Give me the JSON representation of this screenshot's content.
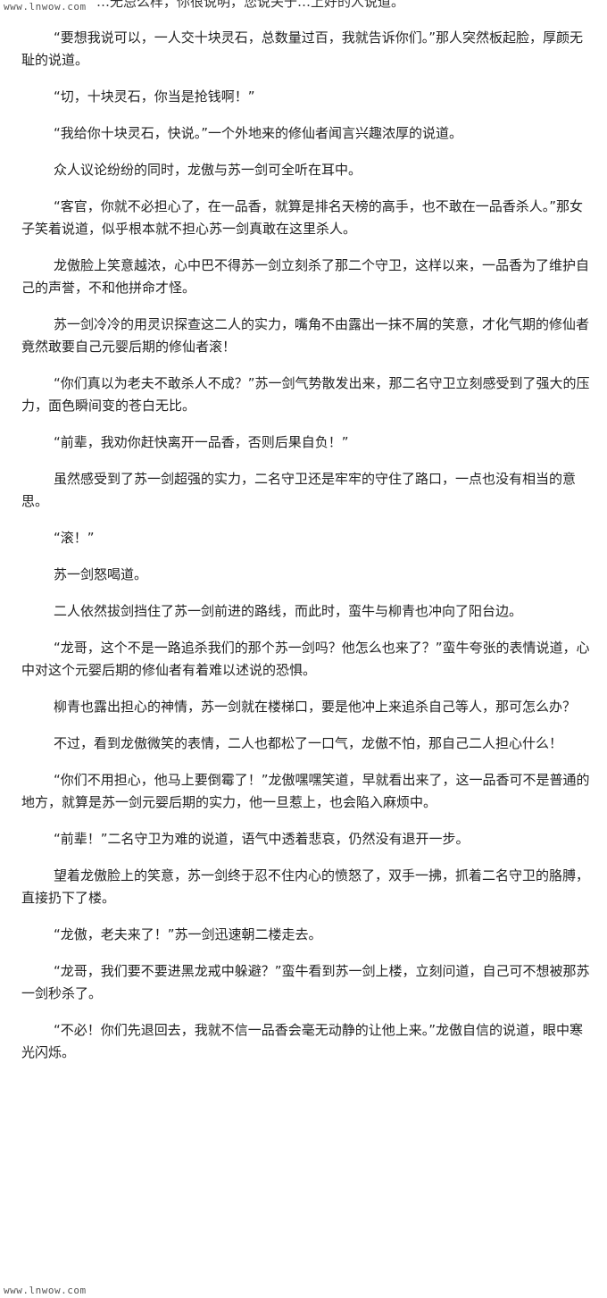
{
  "header": {
    "watermark": "www.lnwow.com",
    "fragment": "…无忌么样，你很说明，您说关于…上好的人说道。"
  },
  "paragraphs": [
    "“要想我说可以，一人交十块灵石，总数量过百，我就告诉你们。”那人突然板起脸，厚颜无耻的说道。",
    "“切，十块灵石，你当是抢钱啊！”",
    "“我给你十块灵石，快说。”一个外地来的修仙者闻言兴趣浓厚的说道。",
    "众人议论纷纷的同时，龙傲与苏一剑可全听在耳中。",
    "“客官，你就不必担心了，在一品香，就算是排名天榜的高手，也不敢在一品香杀人。”那女子笑着说道，似乎根本就不担心苏一剑真敢在这里杀人。",
    "龙傲脸上笑意越浓，心中巴不得苏一剑立刻杀了那二个守卫，这样以来，一品香为了维护自己的声誉，不和他拼命才怪。",
    "苏一剑冷冷的用灵识探查这二人的实力，嘴角不由露出一抹不屑的笑意，才化气期的修仙者竟然敢要自己元婴后期的修仙者滚！",
    "“你们真以为老夫不敢杀人不成？”苏一剑气势散发出来，那二名守卫立刻感受到了强大的压力，面色瞬间变的苍白无比。",
    "“前辈，我劝你赶快离开一品香，否则后果自负！”",
    "虽然感受到了苏一剑超强的实力，二名守卫还是牢牢的守住了路口，一点也没有相当的意思。",
    "“滚！”",
    "苏一剑怒喝道。",
    "二人依然拔剑挡住了苏一剑前进的路线，而此时，蛮牛与柳青也冲向了阳台边。",
    "“龙哥，这个不是一路追杀我们的那个苏一剑吗？他怎么也来了？”蛮牛夸张的表情说道，心中对这个元婴后期的修仙者有着难以述说的恐惧。",
    "柳青也露出担心的神情，苏一剑就在楼梯口，要是他冲上来追杀自己等人，那可怎么办？",
    "不过，看到龙傲微笑的表情，二人也都松了一口气，龙傲不怕，那自己二人担心什么！",
    "“你们不用担心，他马上要倒霉了！”龙傲嘿嘿笑道，早就看出来了，这一品香可不是普通的地方，就算是苏一剑元婴后期的实力，他一旦惹上，也会陷入麻烦中。",
    "“前辈！”二名守卫为难的说道，语气中透着悲哀，仍然没有退开一步。",
    "望着龙傲脸上的笑意，苏一剑终于忍不住内心的愤怒了，双手一拂，抓着二名守卫的胳膊，直接扔下了楼。",
    "“龙傲，老夫来了！”苏一剑迅速朝二楼走去。",
    "“龙哥，我们要不要进黑龙戒中躲避？”蛮牛看到苏一剑上楼，立刻问道，自己可不想被那苏一剑秒杀了。",
    "“不必！你们先退回去，我就不信一品香会毫无动静的让他上来。”龙傲自信的说道，眼中寒光闪烁。"
  ]
}
